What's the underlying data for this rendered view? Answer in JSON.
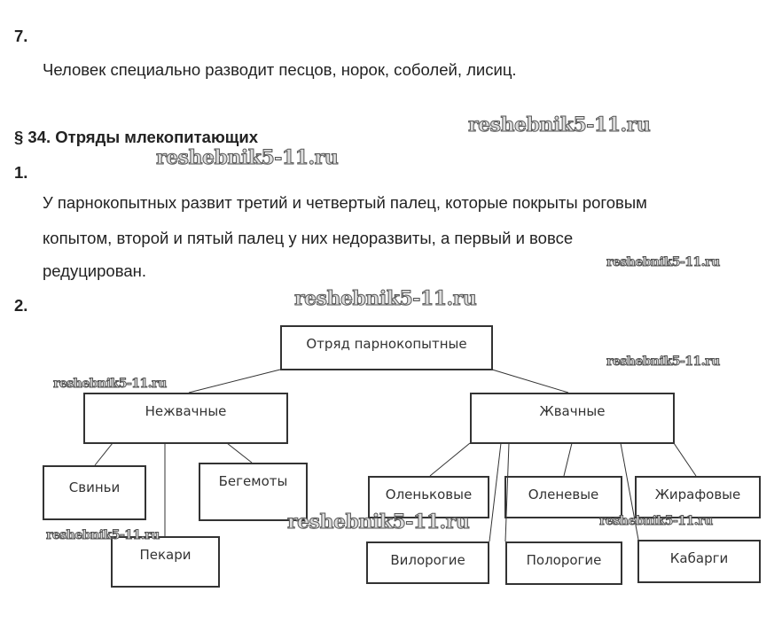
{
  "task7": {
    "number": "7.",
    "text": "Человек специально разводит песцов, норок, соболей, лисиц."
  },
  "section": {
    "title": "§ 34. Отряды млекопитающих"
  },
  "task1": {
    "number": "1.",
    "lines": [
      "У парнокопытных развит третий и четвертый палец, которые покрыты роговым",
      "копытом, второй и пятый палец у них недоразвиты, а первый и вовсе",
      "редуцирован."
    ]
  },
  "task2": {
    "number": "2."
  },
  "diagram": {
    "root": "Отряд парнокопытные",
    "nonruminants": {
      "label": "Нежвачные",
      "children": [
        "Свиньи",
        "Бегемоты",
        "Пекари"
      ]
    },
    "ruminants": {
      "label": "Жвачные",
      "children": [
        "Оленьковые",
        "Оленевые",
        "Жирафовые",
        "Вилорогие",
        "Полорогие",
        "Кабарги"
      ]
    }
  },
  "watermark": "reshebnik5-11.ru"
}
